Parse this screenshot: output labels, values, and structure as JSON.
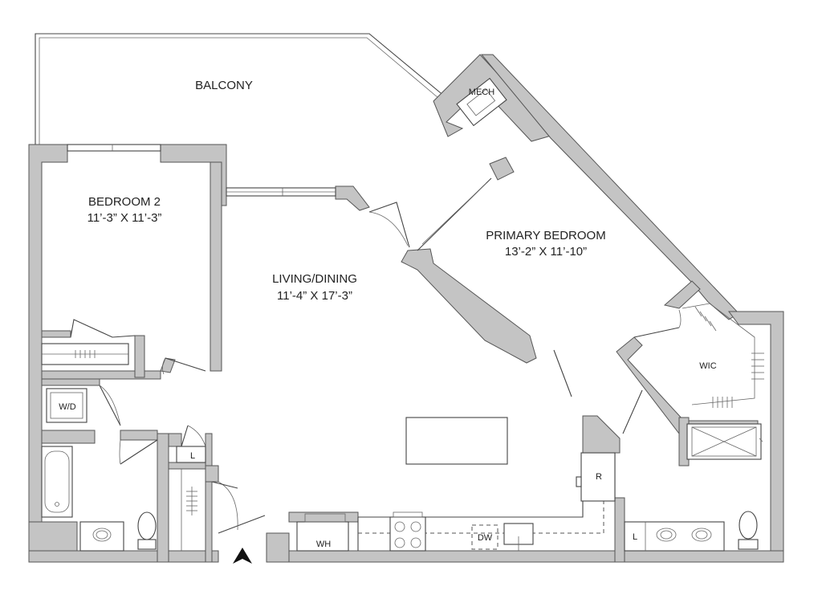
{
  "rooms": {
    "balcony": {
      "name": "BALCONY"
    },
    "bedroom2": {
      "name": "BEDROOM 2",
      "dims": "11’-3” X 11’-3”"
    },
    "living": {
      "name": "LIVING/DINING",
      "dims": "11’-4” X 17’-3”"
    },
    "primary": {
      "name": "PRIMARY BEDROOM",
      "dims": "13’-2” X 11’-10”"
    }
  },
  "labels": {
    "mech": "MECH",
    "wic": "WIC",
    "washer_dryer": "W/D",
    "water_heater": "WH",
    "dishwasher": "DW",
    "refrigerator": "R",
    "linen_1": "L",
    "linen_2": "L"
  },
  "icons": {
    "north_arrow": "north-arrow-icon"
  },
  "colors": {
    "wall_fill": "#c4c4c4",
    "line": "#444444",
    "background": "#ffffff"
  }
}
